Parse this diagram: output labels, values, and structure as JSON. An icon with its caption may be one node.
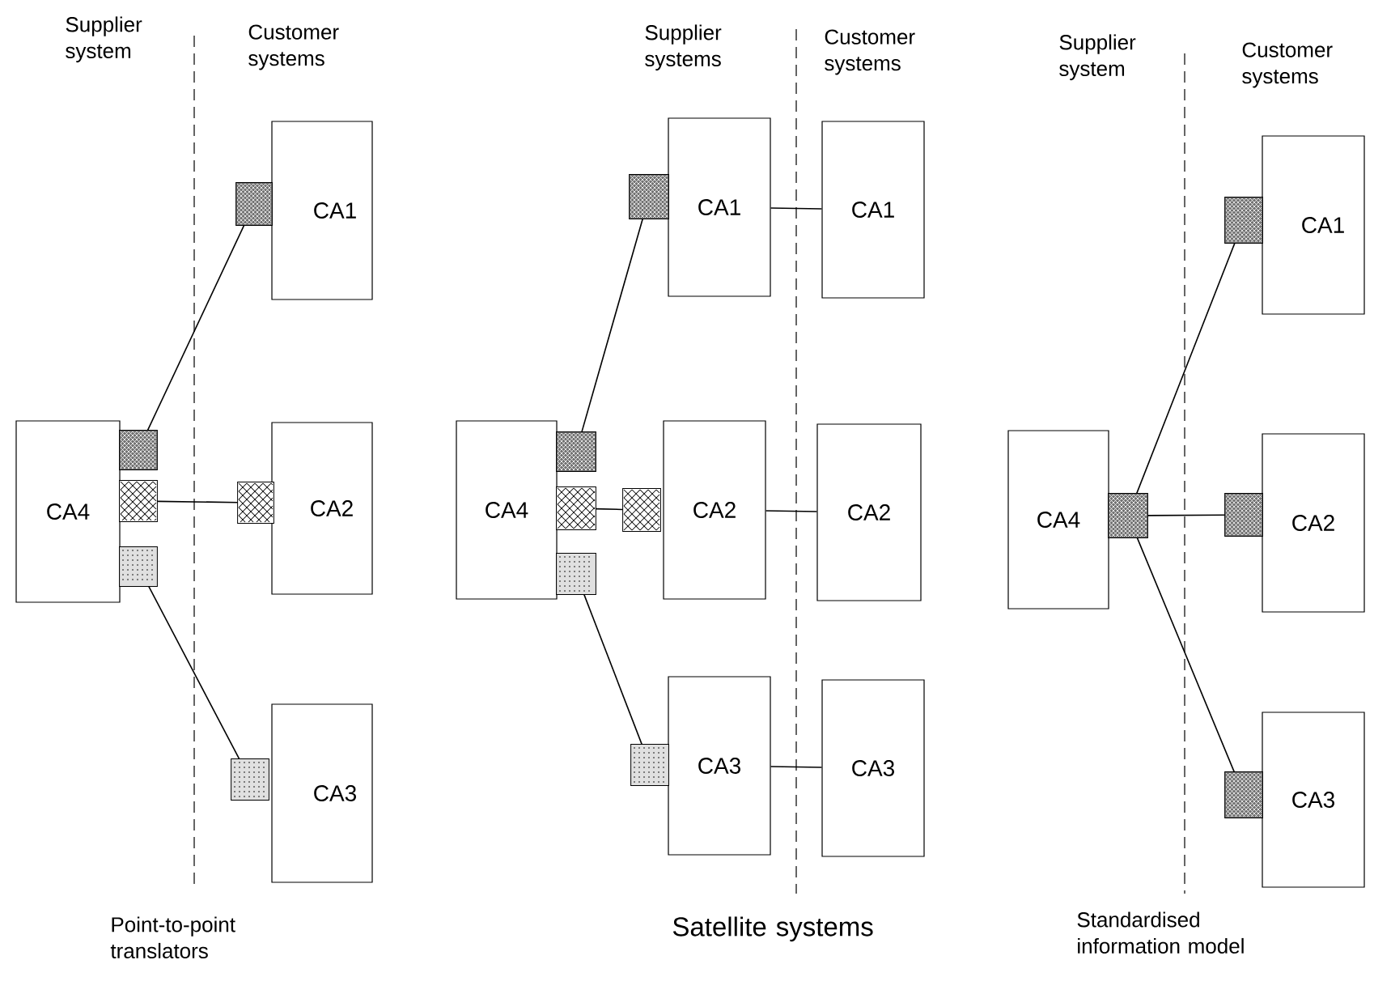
{
  "diagram": {
    "nodes": [
      {
        "text": [
          "CA4"
        ]
      },
      {
        "text": [
          "CA1"
        ]
      },
      {
        "text": [
          "CA2"
        ]
      },
      {
        "text": [
          "CA3"
        ]
      },
      {
        "text": [],
        "shape": "box"
      },
      {
        "text": [],
        "shape": "box"
      },
      {
        "text": [],
        "shape": "box"
      },
      {
        "text": [],
        "shape": "box"
      },
      {
        "text": [],
        "shape": "box"
      },
      {
        "text": [],
        "shape": "box"
      },
      {
        "text": [
          "CA4"
        ]
      },
      {
        "text": [
          "CA1"
        ]
      },
      {
        "text": [
          "CA2"
        ]
      },
      {
        "text": [
          "CA3"
        ]
      },
      {
        "text": [
          "CA1"
        ]
      },
      {
        "text": [
          "CA2"
        ]
      },
      {
        "text": [
          "CA3"
        ]
      },
      {
        "text": [],
        "shape": "box"
      },
      {
        "text": [],
        "shape": "box"
      },
      {
        "text": [],
        "shape": "box"
      },
      {
        "text": [],
        "shape": "box"
      },
      {
        "text": [],
        "shape": "box"
      },
      {
        "text": [],
        "shape": "box"
      },
      {
        "text": [
          "CA4"
        ]
      },
      {
        "text": [
          "CA1"
        ]
      },
      {
        "text": [
          "CA2"
        ]
      },
      {
        "text": [
          "CA3"
        ]
      },
      {
        "text": [],
        "shape": "box"
      },
      {
        "text": [],
        "shape": "box"
      },
      {
        "text": [],
        "shape": "box"
      },
      {
        "text": [],
        "shape": "box"
      }
    ],
    "edges": [
      {
        "from": 4,
        "to": 7,
        "arrow": "none"
      },
      {
        "from": 5,
        "to": 8,
        "arrow": "none"
      },
      {
        "from": 6,
        "to": 9,
        "arrow": "none"
      },
      {
        "from": 17,
        "to": 20,
        "arrow": "none"
      },
      {
        "from": 18,
        "to": 21,
        "arrow": "none"
      },
      {
        "from": 19,
        "to": 22,
        "arrow": "none"
      },
      {
        "from": 11,
        "to": 14,
        "arrow": "none"
      },
      {
        "from": 12,
        "to": 15,
        "arrow": "none"
      },
      {
        "from": 13,
        "to": 16,
        "arrow": "none"
      },
      {
        "from": 27,
        "to": 28,
        "arrow": "none"
      },
      {
        "from": 27,
        "to": 29,
        "arrow": "none"
      },
      {
        "from": 27,
        "to": 30,
        "arrow": "none"
      }
    ],
    "labels": [
      "Supplier system",
      "Customer systems",
      "Supplier systems",
      "Customer systems",
      "Supplier system",
      "Customer systems",
      "Point-to-point translators",
      "Satellite systems",
      "Standardised information model"
    ]
  }
}
